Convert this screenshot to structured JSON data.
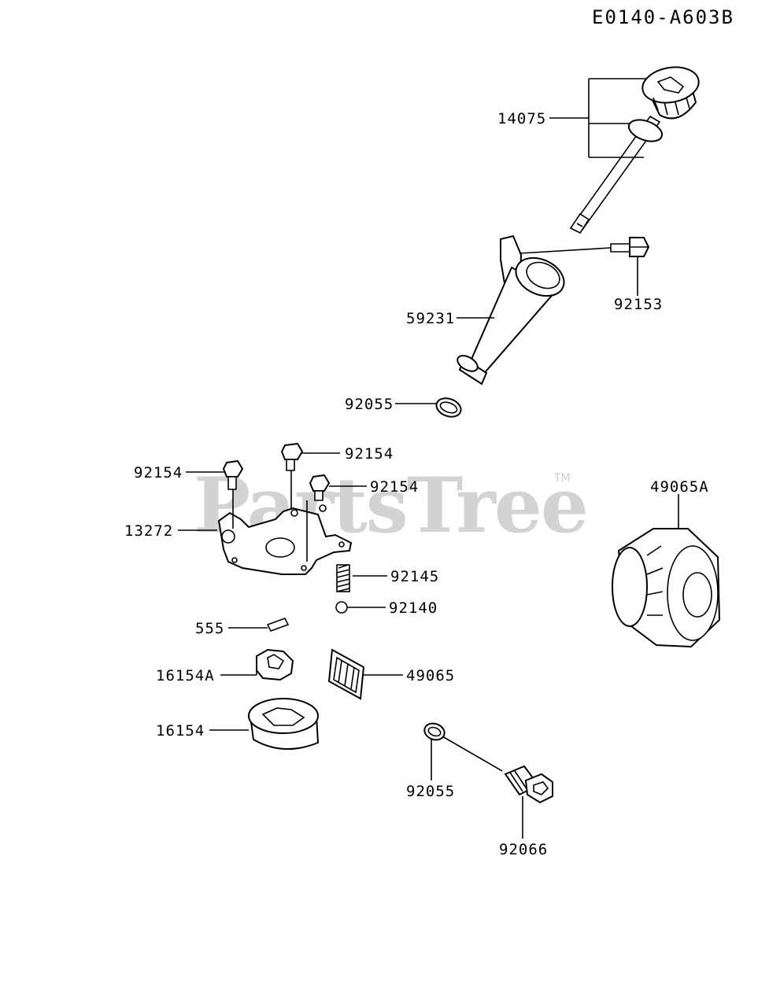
{
  "diagram_code": "E0140-A603B",
  "watermark": "PartsTree",
  "watermark_mark": "TM",
  "labels": {
    "p14075": "14075",
    "p92153": "92153",
    "p59231": "59231",
    "p92055_top": "92055",
    "p92154_a": "92154",
    "p92154_b": "92154",
    "p92154_c": "92154",
    "p13272": "13272",
    "p92145": "92145",
    "p92140": "92140",
    "p555": "555",
    "p16154A": "16154A",
    "p49065": "49065",
    "p16154": "16154",
    "p49065A": "49065A",
    "p92055_bottom": "92055",
    "p92066": "92066"
  }
}
